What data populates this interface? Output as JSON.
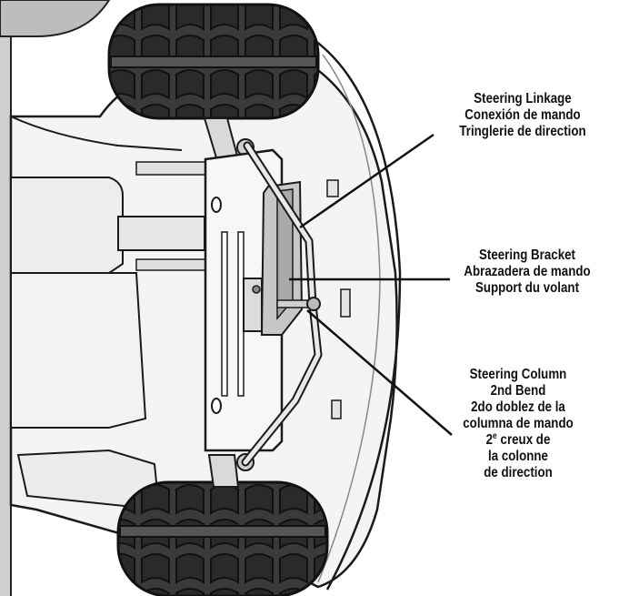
{
  "callouts": {
    "linkage": {
      "lines": [
        "Steering Linkage",
        "Conexión de mando",
        "Tringlerie de direction"
      ]
    },
    "bracket": {
      "lines": [
        "Steering Bracket",
        "Abrazadera de mando",
        "Support du volant"
      ]
    },
    "column": {
      "line1": "Steering Column",
      "line2": "2nd Bend",
      "line3": "2do doblez de la",
      "line4": "columna de mando",
      "line5_num": "2",
      "line5_sup": "e",
      "line5_rest": " creux de",
      "line6": "la colonne",
      "line7": "de direction"
    }
  }
}
